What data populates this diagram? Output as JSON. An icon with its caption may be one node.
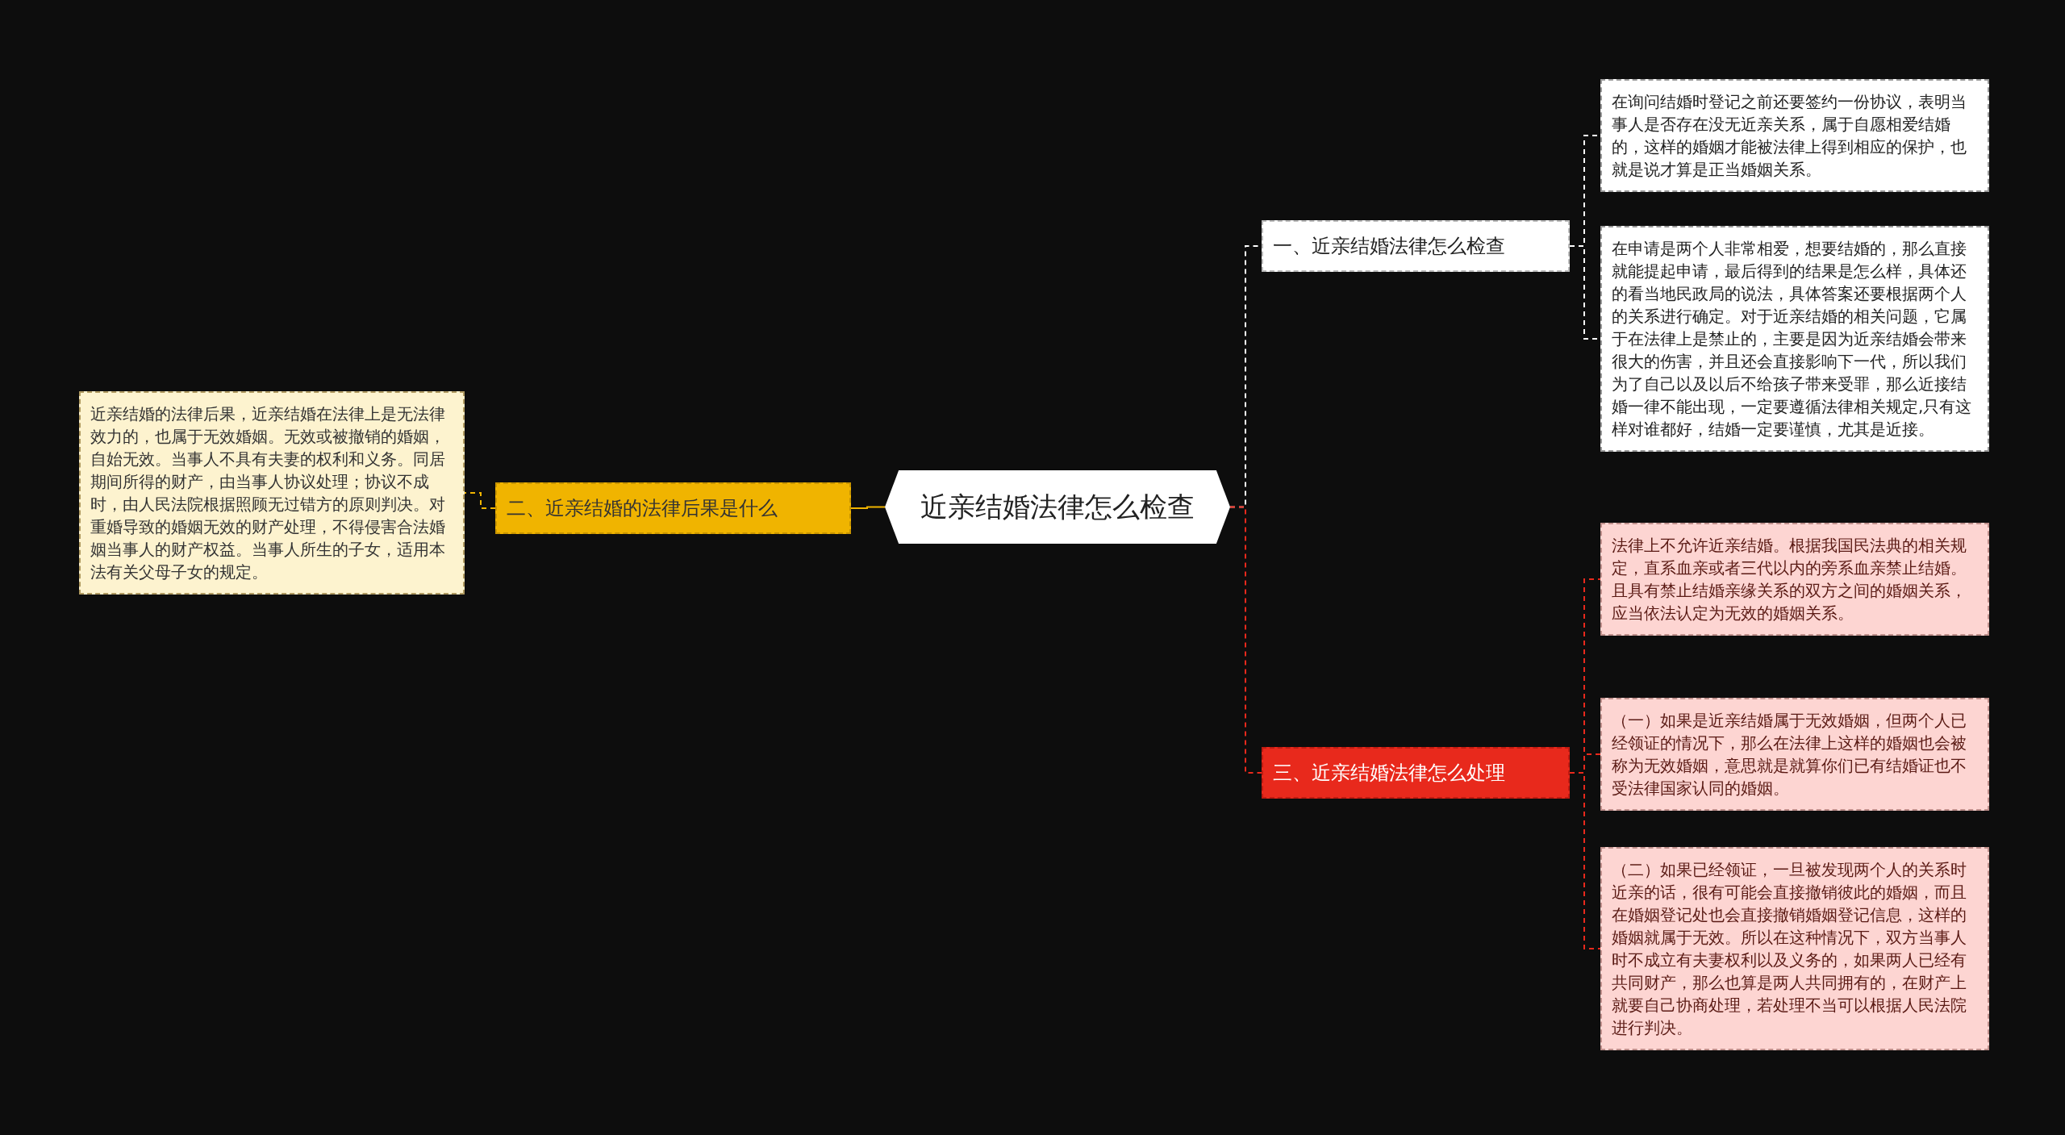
{
  "diagram": {
    "nodes": [
      {
        "text": [
          "近亲结婚法律怎么检查"
        ]
      },
      {
        "text": [
          "一、近亲结婚法律怎么检查"
        ]
      },
      {
        "text": [
          "在询问结婚时登记之前还要签约一份协议，表明当事人是否存在没无近亲关系，属于自愿相爱结婚的，这样的婚姻才能被法律上得到相应的保护，也就是说才算是正当婚姻关系。"
        ]
      },
      {
        "text": [
          "在申请是两个人非常相爱，想要结婚的，那么直接就能提起申请，最后得到的结果是怎么样，具体还的看当地民政局的说法，具体答案还要根据两个人的关系进行确定。对于近亲结婚的相关问题，它属于在法律上是禁止的，主要是因为近亲结婚会带来很大的伤害，并且还会直接影响下一代，所以我们为了自己以及以后不给孩子带来受罪，那么近接结婚一律不能出现，一定要遵循法律相关规定,只有这样对谁都好，结婚一定要谨慎，尤其是近接。"
        ]
      },
      {
        "text": [
          "二、近亲结婚的法律后果是什么"
        ]
      },
      {
        "text": [
          "近亲结婚的法律后果，近亲结婚在法律上是无法律效力的，也属于无效婚姻。无效或被撤销的婚姻，自始无效。当事人不具有夫妻的权利和义务。同居期间所得的财产，由当事人协议处理；协议不成时，由人民法院根据照顾无过错方的原则判决。对重婚导致的婚姻无效的财产处理，不得侵害合法婚姻当事人的财产权益。当事人所生的子女，适用本法有关父母子女的规定。"
        ]
      },
      {
        "text": [
          "三、近亲结婚法律怎么处理"
        ]
      },
      {
        "text": [
          "法律上不允许近亲结婚。根据我国民法典的相关规定，直系血亲或者三代以内的旁系血亲禁止结婚。且具有禁止结婚亲缘关系的双方之间的婚姻关系，应当依法认定为无效的婚姻关系。"
        ]
      },
      {
        "text": [
          "（一）如果是近亲结婚属于无效婚姻，但两个人已经领证的情况下，那么在法律上这样的婚姻也会被称为无效婚姻，意思就是就算你们已有结婚证也不受法律国家认同的婚姻。"
        ]
      },
      {
        "text": [
          "（二）如果已经领证，一旦被发现两个人的关系时近亲的话，很有可能会直接撤销彼此的婚姻，而且在婚姻登记处也会直接撤销婚姻登记信息，这样的婚姻就属于无效。所以在这种情况下，双方当事人时不成立有夫妻权利以及义务的，如果两人已经有共同财产，那么也算是两人共同拥有的，在财产上就要自己协商处理，若处理不当可以根据人民法院进行判决。"
        ]
      }
    ],
    "edges": [
      {
        "from": 0,
        "to": 1,
        "arrow": "none",
        "style": "dashed",
        "color": "#ffffff"
      },
      {
        "from": 1,
        "to": 2,
        "arrow": "none",
        "style": "dashed",
        "color": "#ffffff"
      },
      {
        "from": 1,
        "to": 3,
        "arrow": "none",
        "style": "dashed",
        "color": "#ffffff"
      },
      {
        "from": 0,
        "to": 4,
        "arrow": "none",
        "color": "#f0b400"
      },
      {
        "from": 4,
        "to": 5,
        "arrow": "none",
        "style": "dashed",
        "color": "#f0b400"
      },
      {
        "from": 0,
        "to": 6,
        "arrow": "none",
        "style": "dashed",
        "color": "#e8291c"
      },
      {
        "from": 6,
        "to": 7,
        "arrow": "none",
        "style": "dashed",
        "color": "#e8291c"
      },
      {
        "from": 6,
        "to": 8,
        "arrow": "none",
        "style": "dashed",
        "color": "#e8291c"
      },
      {
        "from": 6,
        "to": 9,
        "arrow": "none",
        "style": "dashed",
        "color": "#e8291c"
      }
    ]
  }
}
